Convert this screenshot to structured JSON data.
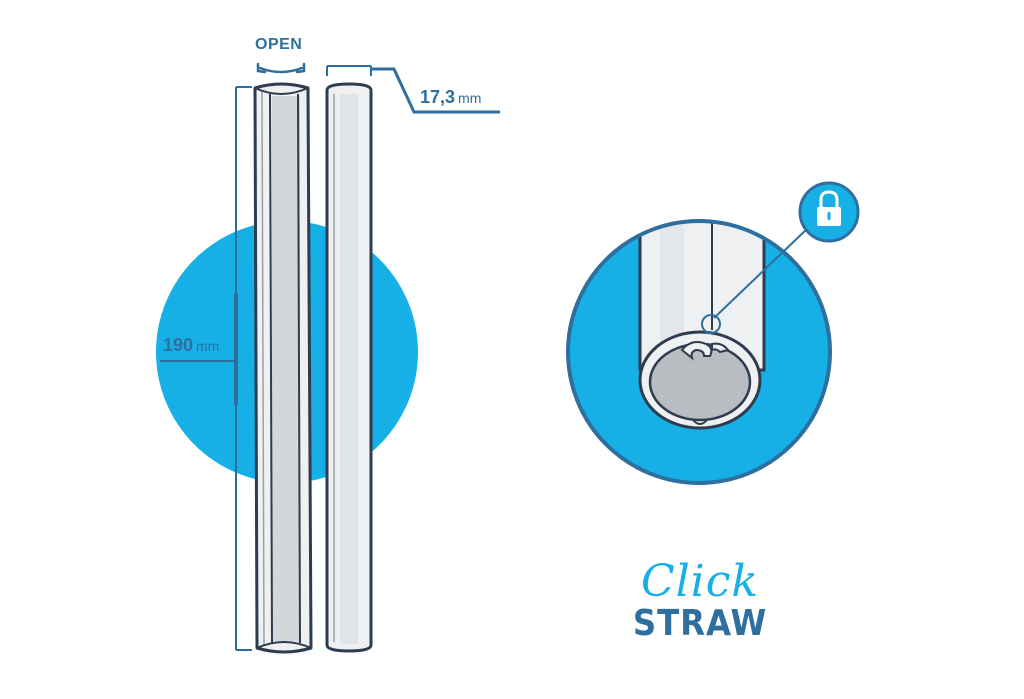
{
  "colors": {
    "accent_blue": "#17b0e6",
    "outline_navy": "#2d3c4e",
    "label_blue": "#2f6f9f",
    "straw_light": "#eef0f1",
    "straw_shade": "#d4d7da",
    "straw_inner": "#b9bdc1"
  },
  "labels": {
    "open": "OPEN",
    "width_value": "17,3",
    "width_unit": "mm",
    "height_value": "190",
    "height_unit": "mm"
  },
  "icons": {
    "lock": "padlock-icon",
    "open_arrow": "double-arrow-icon"
  },
  "logo": {
    "script": "Click",
    "word": "STRAW"
  }
}
